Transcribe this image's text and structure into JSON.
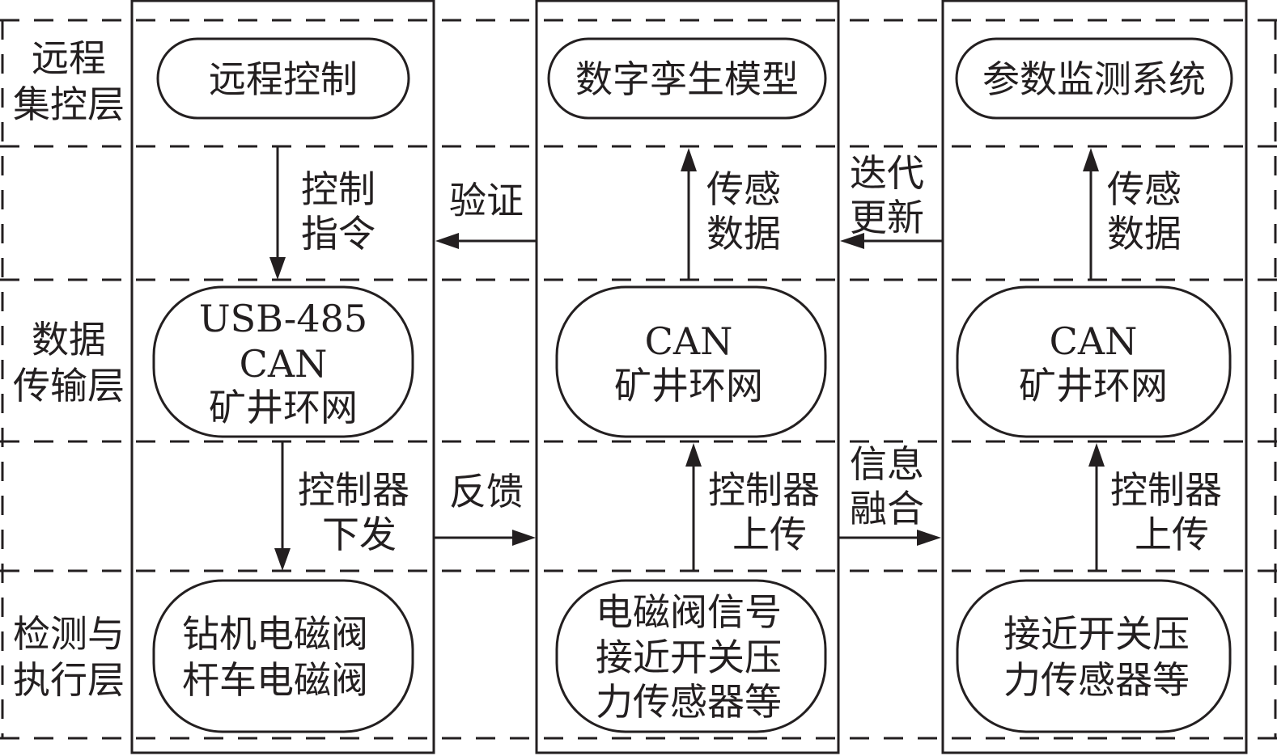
{
  "layers": [
    {
      "lines": [
        "远程",
        "集控层"
      ]
    },
    {
      "lines": [
        "数据",
        "传输层"
      ]
    },
    {
      "lines": [
        "检测与",
        "执行层"
      ]
    }
  ],
  "columns": [
    {
      "top": [
        "远程控制"
      ],
      "middle": [
        "USB-485",
        "CAN",
        "矿井环网"
      ],
      "bottom": [
        "钻机电磁阀",
        "杆车电磁阀"
      ],
      "upper_arrow": [
        "控制",
        "指令"
      ],
      "lower_arrow": [
        "控制器",
        "下发"
      ]
    },
    {
      "top": [
        "数字孪生模型"
      ],
      "middle": [
        "CAN",
        "矿井环网"
      ],
      "bottom": [
        "电磁阀信号",
        "接近开关压",
        "力传感器等"
      ],
      "upper_arrow": [
        "传感",
        "数据"
      ],
      "lower_arrow": [
        "控制器",
        "上传"
      ]
    },
    {
      "top": [
        "参数监测系统"
      ],
      "middle": [
        "CAN",
        "矿井环网"
      ],
      "bottom": [
        "接近开关压",
        "力传感器等"
      ],
      "upper_arrow": [
        "传感",
        "数据"
      ],
      "lower_arrow": [
        "控制器",
        "上传"
      ]
    }
  ],
  "between": {
    "verify": [
      "验证"
    ],
    "feedback": [
      "反馈"
    ],
    "iterate": [
      "迭代",
      "更新"
    ],
    "fusion": [
      "信息",
      "融合"
    ]
  }
}
